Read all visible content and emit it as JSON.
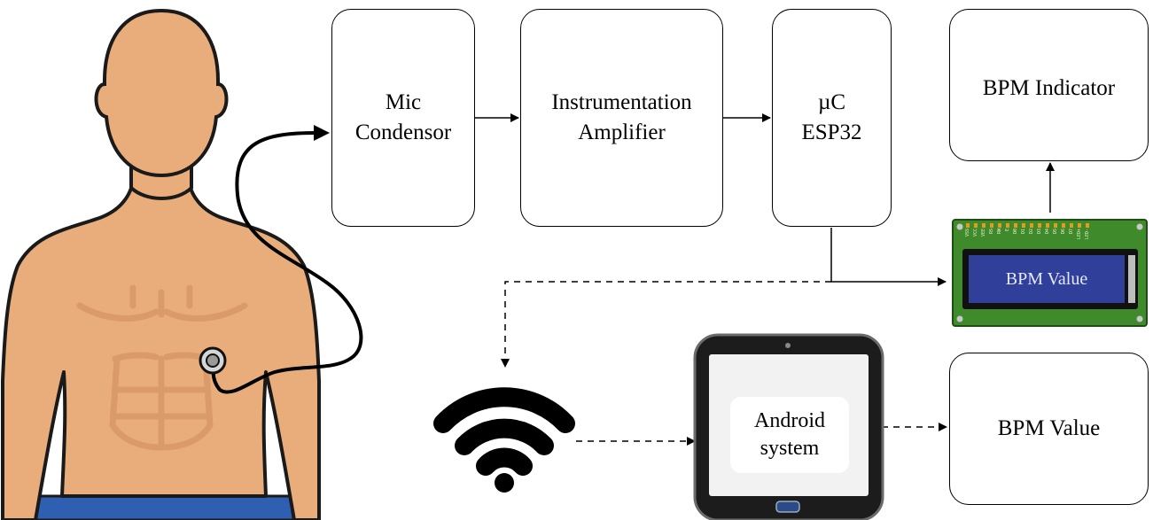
{
  "blocks": {
    "mic_condensor": "Mic\nCondensor",
    "instrumentation_amplifier": "Instrumentation\nAmplifier",
    "microcontroller": "µC\nESP32",
    "bpm_indicator": "BPM Indicator",
    "bpm_value_box": "BPM Value"
  },
  "lcd": {
    "display_text": "BPM Value",
    "pin_labels": [
      "VSS",
      "VCC",
      "VEE",
      "RS",
      "RW",
      "E",
      "D0",
      "D1",
      "D2",
      "D3",
      "D4",
      "D5",
      "D6",
      "D7",
      "LED+",
      "LED-"
    ]
  },
  "tablet": {
    "screen_text": "Android\nsystem"
  },
  "icons": [
    "human-body-icon",
    "stethoscope-icon",
    "wifi-icon",
    "lcd-module-icon",
    "tablet-icon"
  ],
  "colors": {
    "skin": "#e8ad7a",
    "skin_outline": "#1a1a1a",
    "muscle_lines": "#d99868",
    "pants": "#2f5fb0",
    "lcd_pcb": "#3f8a2a",
    "lcd_screen": "#2f3f9a",
    "tablet_frame": "#1c1c1c"
  }
}
